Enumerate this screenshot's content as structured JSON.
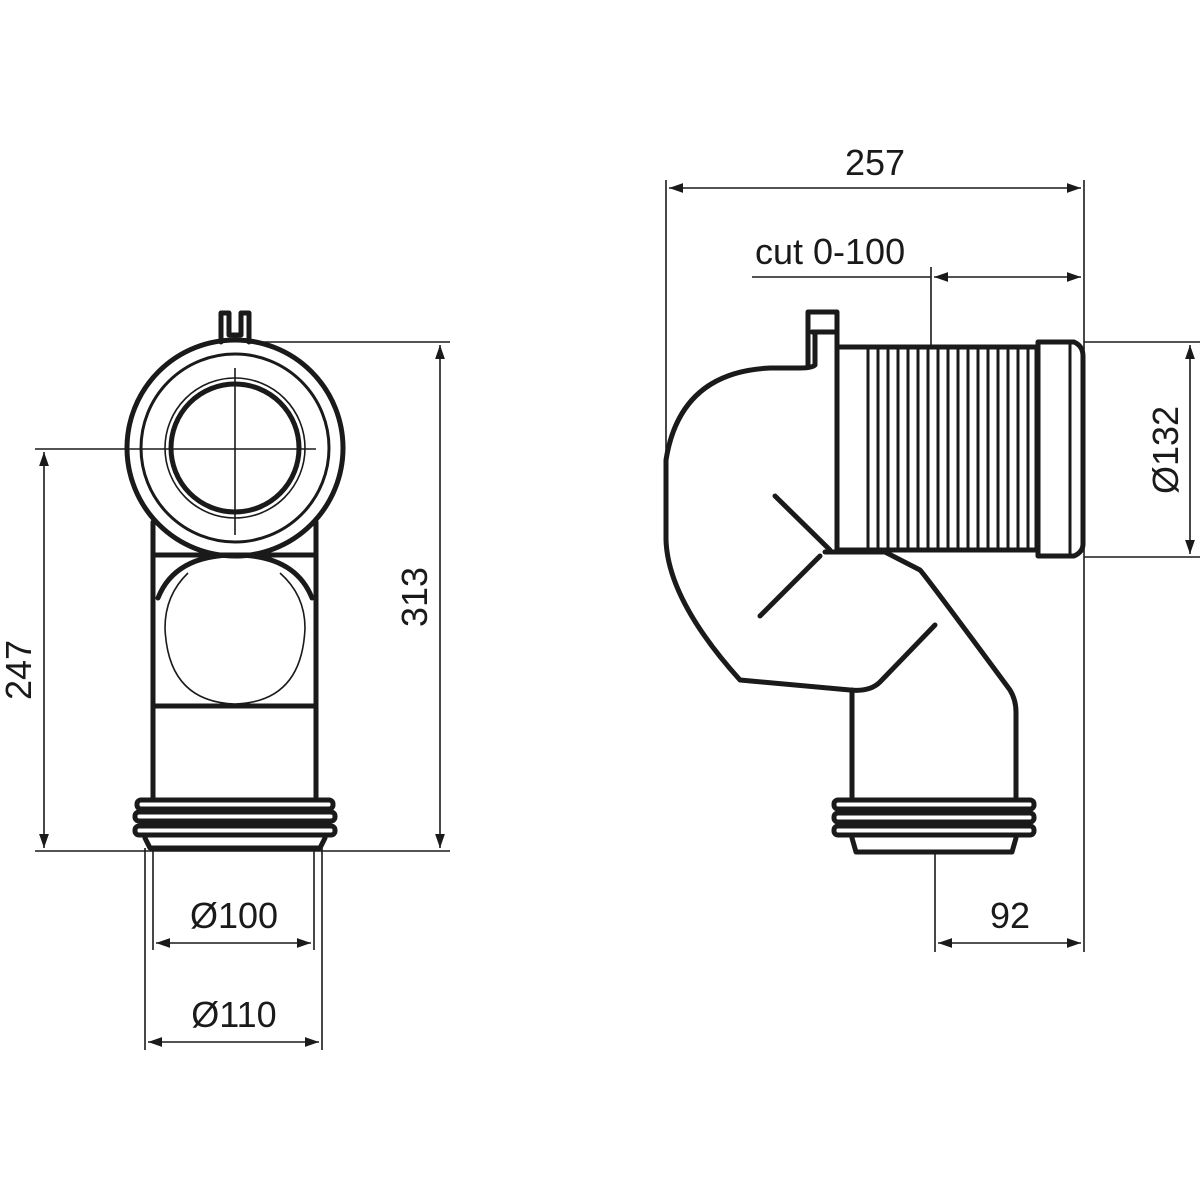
{
  "drawing": {
    "front_view": {
      "dimensions": {
        "overall_height": "313",
        "outlet_height": "247",
        "inner_diameter": "Ø100",
        "outer_diameter": "Ø110"
      }
    },
    "side_view": {
      "dimensions": {
        "overall_length": "257",
        "cut_range": "cut 0-100",
        "inlet_diameter": "Ø132",
        "outlet_offset": "92"
      }
    },
    "colors": {
      "line": "#1a1a1a",
      "background": "#ffffff"
    }
  }
}
